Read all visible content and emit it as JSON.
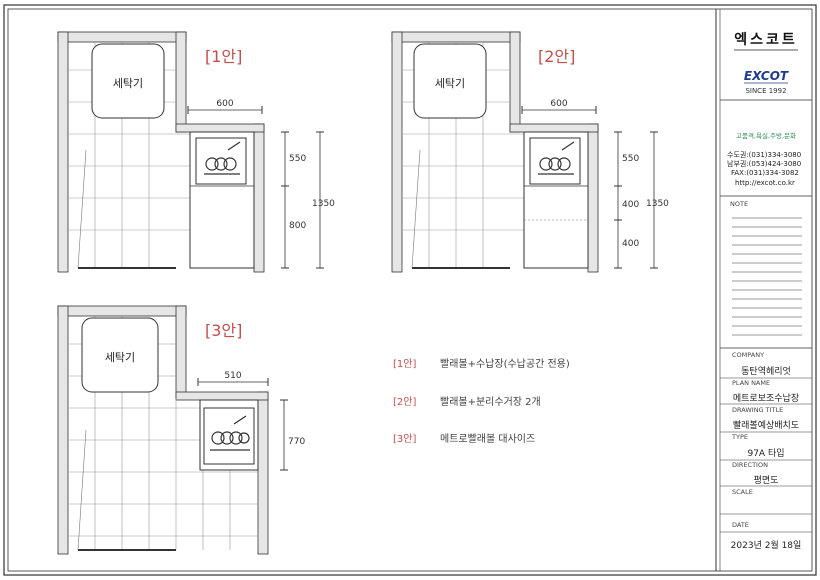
{
  "plans": [
    {
      "id": "plan1",
      "title": "[1안]",
      "washer_label": "세탁기",
      "width_dim": "600",
      "heights": [
        "550",
        "800"
      ],
      "total_height": "1350"
    },
    {
      "id": "plan2",
      "title": "[2안]",
      "washer_label": "세탁기",
      "width_dim": "600",
      "heights": [
        "550",
        "400",
        "400"
      ],
      "total_height": "1350"
    },
    {
      "id": "plan3",
      "title": "[3안]",
      "washer_label": "세탁기",
      "width_dim": "510",
      "heights": [
        "770"
      ],
      "total_height": ""
    }
  ],
  "legend": [
    {
      "tag": "[1안]",
      "text": "빨래볼+수납장(수납공간 전용)"
    },
    {
      "tag": "[2안]",
      "text": "빨래볼+분리수거장 2개"
    },
    {
      "tag": "[3안]",
      "text": "메트로빨래볼 대사이즈"
    }
  ],
  "title_block": {
    "company_kr": "엑스코트",
    "brand": "EXCOT",
    "since": "SINCE 1992",
    "slogan": "고품격,욕실,주방,문화",
    "contacts": [
      "수도권:(031)334-3080",
      "남부권:(053)424-3080",
      "FAX:(031)334-3082",
      "http://excot.co.kr"
    ],
    "note_label": "NOTE",
    "fields": [
      {
        "label": "COMPANY",
        "value": "동탄역헤리엇"
      },
      {
        "label": "PLAN NAME",
        "value": "메트로보조수납장"
      },
      {
        "label": "DRAWING TITLE",
        "value": "빨래볼예상배치도"
      },
      {
        "label": "TYPE",
        "value": "97A 타입"
      },
      {
        "label": "DIRECTION",
        "value": "평면도"
      },
      {
        "label": "SCALE",
        "value": ""
      },
      {
        "label": "DATE",
        "value": "2023년 2월 18일"
      }
    ]
  },
  "colors": {
    "line": "#333333",
    "tile": "#9a9a9a",
    "wall": "#d9d9d9",
    "plan_title": "#c0504d",
    "legend_text": "#444444",
    "slogan": "#2e8b57",
    "brand": "#1f3a8a"
  }
}
